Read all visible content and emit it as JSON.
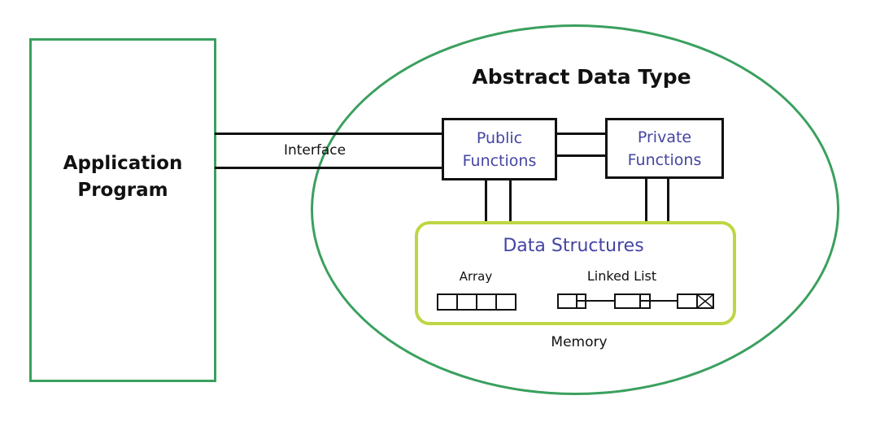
{
  "colors": {
    "green": "#3aa05e",
    "yellow_green": "#bfd544",
    "blue": "#4444a3",
    "line": "#111111"
  },
  "application_program": {
    "line1": "Application",
    "line2": "Program"
  },
  "adt": {
    "title": "Abstract Data Type"
  },
  "interface": {
    "label": "Interface"
  },
  "public_functions": {
    "line1": "Public",
    "line2": "Functions"
  },
  "private_functions": {
    "line1": "Private",
    "line2": "Functions"
  },
  "data_structures": {
    "title": "Data Structures",
    "array": {
      "label": "Array",
      "cells": 4
    },
    "linked_list": {
      "label": "Linked List",
      "nodes": 3,
      "last_pointer": "null"
    }
  },
  "memory": {
    "label": "Memory"
  }
}
